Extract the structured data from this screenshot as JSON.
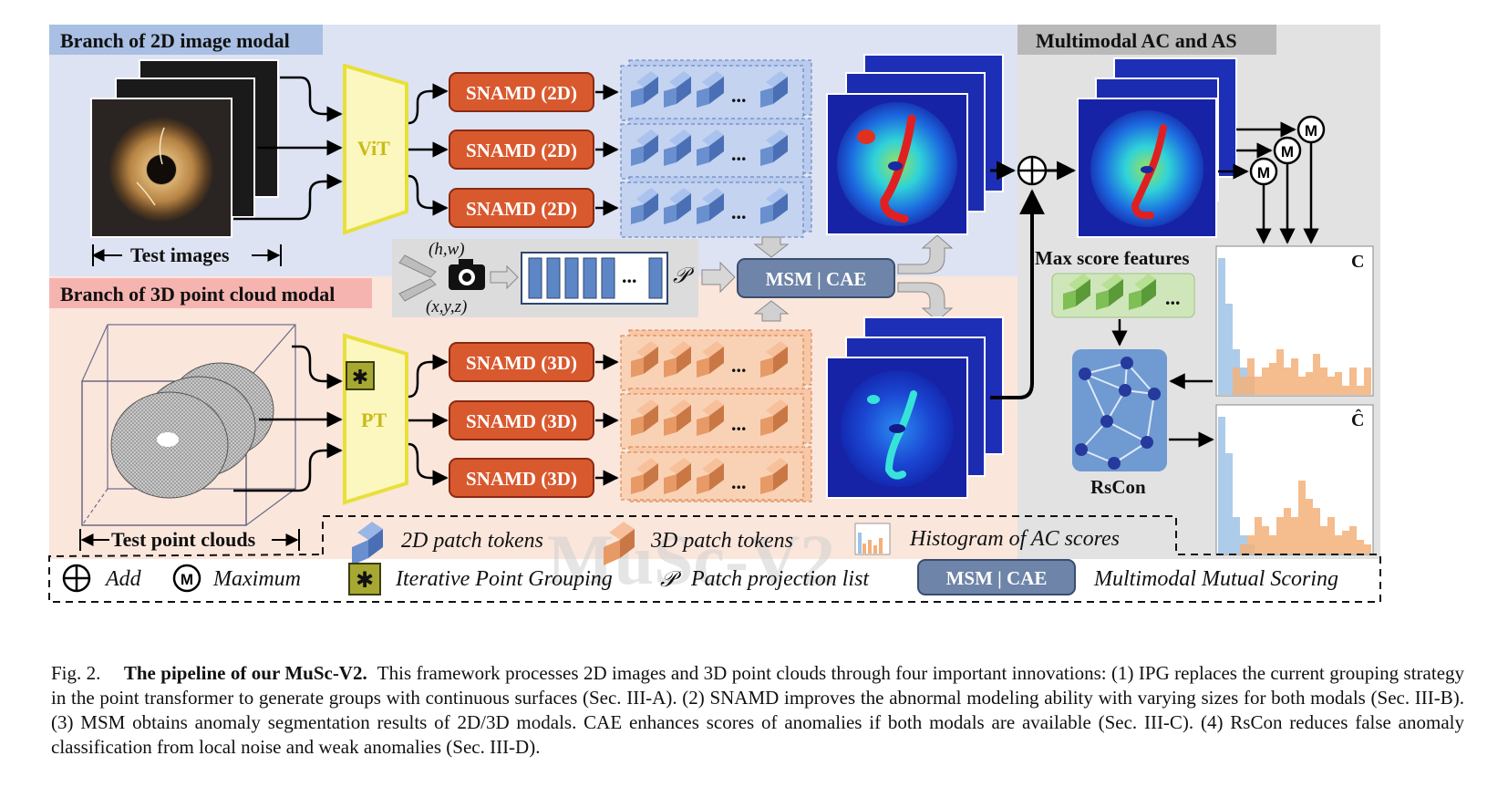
{
  "diagram": {
    "branch_2d": "Branch of 2D image modal",
    "branch_3d": "Branch of 3D point cloud modal",
    "multimodal": "Multimodal AC and AS",
    "test_images": "Test images",
    "test_point_clouds": "Test point clouds",
    "vit": "ViT",
    "pt": "PT",
    "snamd_2d": "SNAMD (2D)",
    "snamd_3d": "SNAMD (3D)",
    "ellipsis": "...",
    "hw": "(h,w)",
    "xyz": "(x,y,z)",
    "proj_symbol": "𝒫",
    "msm_cae": "MSM | CAE",
    "max_score_features": "Max score features",
    "rscon": "RsCon",
    "hist_c": "C",
    "hist_c_hat": "Ĉ",
    "maximum_symbol": "M",
    "watermark": "MuSc-V2"
  },
  "legend": {
    "patch_2d": "2D patch tokens",
    "patch_3d": "3D patch tokens",
    "histogram": "Histogram of  AC scores",
    "add": "Add",
    "maximum": "Maximum",
    "ipg": "Iterative Point Grouping",
    "proj_list": "Patch projection list",
    "msm_cae": "MSM | CAE",
    "mms": "Multimodal Mutual Scoring"
  },
  "caption": {
    "fig_num": "Fig. 2.",
    "title": "The pipeline of our MuSc-V2.",
    "text": "This framework processes 2D images and 3D point clouds through four important innovations: (1) IPG replaces the current grouping strategy in the point transformer to generate groups with continuous surfaces (Sec. III-A). (2) SNAMD improves the abnormal modeling ability with varying sizes for both modals (Sec. III-B). (3) MSM obtains anomaly segmentation results of 2D/3D modals. CAE enhances scores of anomalies if both modals are available (Sec. III-C). (4) RsCon reduces false anomaly classification from local noise and weak anomalies (Sec. III-D)."
  },
  "colors": {
    "bg_2d": "#dde3f3",
    "bg_3d": "#fbe6dc",
    "bg_right": "#e2e2e2",
    "snamd": "#d9592f",
    "vit_fill": "#fbf7bf",
    "vit_stroke": "#e8e03a",
    "msm": "#6e84a8",
    "token_2d": "#6a8fcf",
    "token_3d": "#e79a66"
  }
}
